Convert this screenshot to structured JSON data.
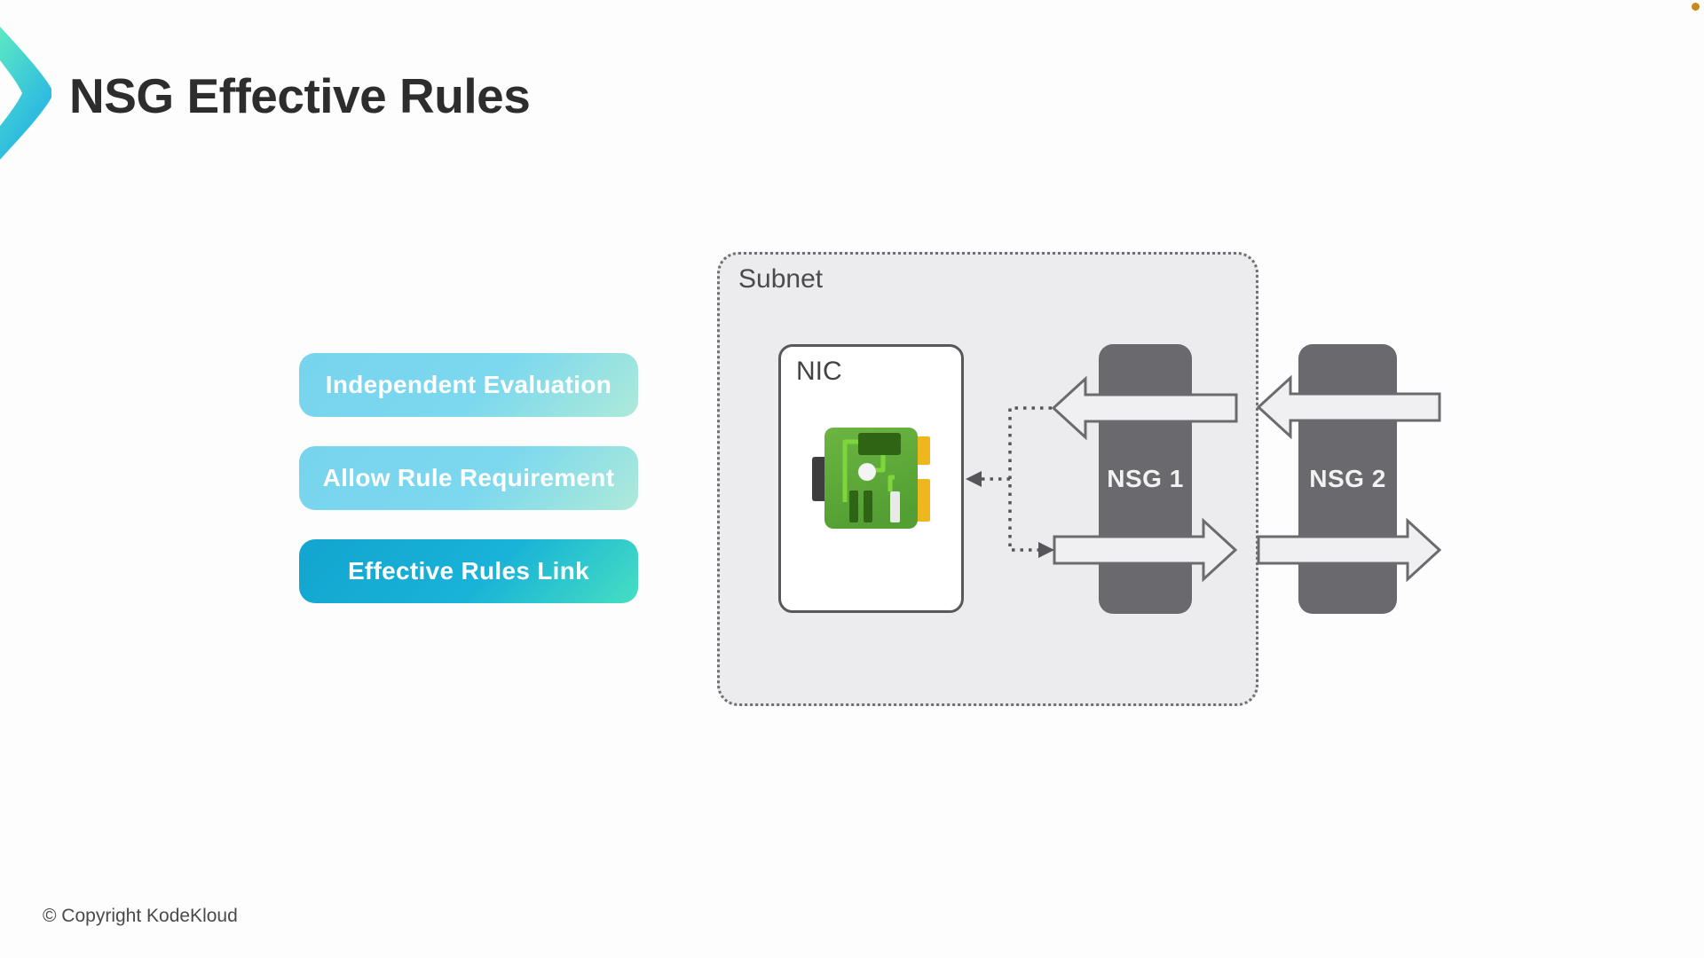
{
  "header": {
    "title": "NSG Effective Rules"
  },
  "logo": {
    "name": "kodekloud-chevron",
    "gradient_start": "#5ee9c2",
    "gradient_end": "#22b1e8"
  },
  "buttons": [
    {
      "label": "Independent Evaluation",
      "style": "light"
    },
    {
      "label": "Allow Rule Requirement",
      "style": "light"
    },
    {
      "label": "Effective Rules Link",
      "style": "dark"
    }
  ],
  "diagram": {
    "subnet_label": "Subnet",
    "nic_label": "NIC",
    "nsg1_label": "NSG 1",
    "nsg2_label": "NSG 2",
    "nic_icon": "network-interface-card-icon",
    "inbound_arrows_direction": "left",
    "outbound_arrows_direction": "right",
    "colors": {
      "subnet_background": "#ececee",
      "subnet_border": "#6f6f73",
      "nic_border": "#58585c",
      "nsg_fill": "#6a6a6e",
      "arrow_fill": "#f0f0f2",
      "arrow_stroke": "#6b6b6f",
      "connector_dotted": "#55555a",
      "nic_icon_green": "#5dab38",
      "nic_icon_dark_green": "#2f6414",
      "nic_icon_yellow": "#efb71e"
    }
  },
  "footer": {
    "copyright": "© Copyright KodeKloud"
  },
  "misc": {
    "recording_dot_color": "#c9871c"
  },
  "theme": {
    "button_light_start": "#76d4ed",
    "button_light_end": "#aeead9",
    "button_dark_start": "#12a5cf",
    "button_dark_end": "#45dfc2",
    "title_color": "#2d2d2d"
  }
}
